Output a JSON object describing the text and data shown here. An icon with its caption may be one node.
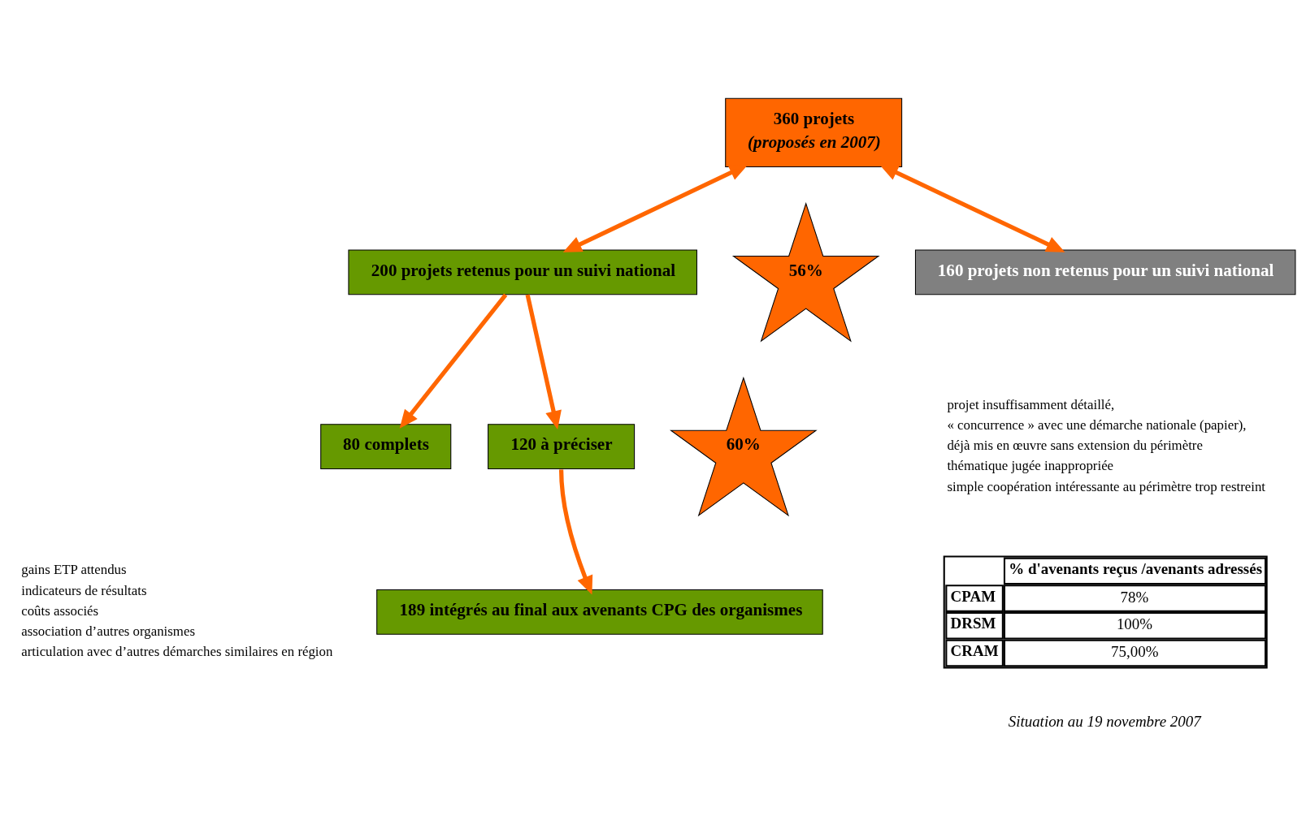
{
  "diagram": {
    "nodes": [
      {
        "text": [
          "360 projets",
          "(proposés en 2007)"
        ]
      },
      {
        "text": [
          "200 projets retenus pour un suivi national"
        ]
      },
      {
        "text": [
          "160 projets non retenus pour un suivi national"
        ],
        "beside": [
          "projet insuffisamment détaillé,",
          "« concurrence » avec une démarche nationale (papier),",
          "déjà mis en œuvre sans extension du périmètre",
          "thématique jugée inappropriée",
          "simple coopération intéressante au périmètre trop restreint"
        ]
      },
      {
        "text": [
          "80 complets"
        ]
      },
      {
        "text": [
          "120 à préciser"
        ],
        "beside": [
          "gains ETP attendus",
          "indicateurs de résultats",
          "coûts associés",
          "association d’autres organismes",
          "articulation avec d’autres démarches similaires en région"
        ]
      },
      {
        "text": [
          "189 intégrés au final aux avenants CPG des organismes"
        ]
      },
      {
        "text": [
          "56%"
        ]
      },
      {
        "text": [
          "60%"
        ]
      }
    ],
    "edges": [
      {
        "from": 0,
        "to": 1,
        "arrow": "both"
      },
      {
        "from": 0,
        "to": 2,
        "arrow": "both"
      },
      {
        "from": 1,
        "to": 3,
        "arrow": "to"
      },
      {
        "from": 1,
        "to": 4,
        "arrow": "to"
      },
      {
        "from": 4,
        "to": 5,
        "arrow": "to"
      }
    ],
    "labels": [
      "% d'avenants reçus /avenants adressés",
      "CPAM",
      "78%",
      "DRSM",
      "100%",
      "CRAM",
      "75,00%",
      "Situation au 19 novembre 2007"
    ]
  }
}
